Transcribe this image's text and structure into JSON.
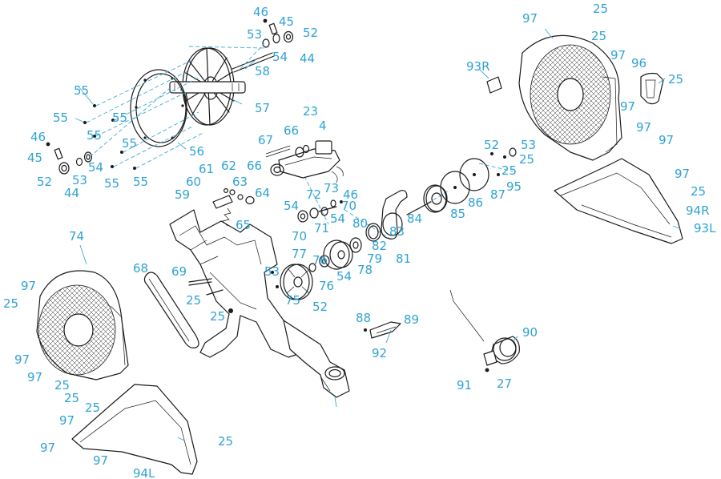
{
  "parts": [
    {
      "id": "p46a",
      "number": "46"
    },
    {
      "id": "p45a",
      "number": "45"
    },
    {
      "id": "p53a",
      "number": "53"
    },
    {
      "id": "p52a",
      "number": "52"
    },
    {
      "id": "p54a",
      "number": "54"
    },
    {
      "id": "p44a",
      "number": "44"
    },
    {
      "id": "p58",
      "number": "58"
    },
    {
      "id": "p57",
      "number": "57"
    },
    {
      "id": "p56",
      "number": "56"
    },
    {
      "id": "p55a",
      "number": "55"
    },
    {
      "id": "p55b",
      "number": "55"
    },
    {
      "id": "p55c",
      "number": "55"
    },
    {
      "id": "p55d",
      "number": "55"
    },
    {
      "id": "p55e",
      "number": "55"
    },
    {
      "id": "p55f",
      "number": "55"
    },
    {
      "id": "p55g",
      "number": "55"
    },
    {
      "id": "p46b",
      "number": "46"
    },
    {
      "id": "p45b",
      "number": "45"
    },
    {
      "id": "p52b",
      "number": "52"
    },
    {
      "id": "p53b",
      "number": "53"
    },
    {
      "id": "p54b",
      "number": "54"
    },
    {
      "id": "p44b",
      "number": "44"
    },
    {
      "id": "p23",
      "number": "23"
    },
    {
      "id": "p66a",
      "number": "66"
    },
    {
      "id": "p4",
      "number": "4"
    },
    {
      "id": "p67",
      "number": "67"
    },
    {
      "id": "p66b",
      "number": "66"
    },
    {
      "id": "p61",
      "number": "61"
    },
    {
      "id": "p62",
      "number": "62"
    },
    {
      "id": "p60",
      "number": "60"
    },
    {
      "id": "p63",
      "number": "63"
    },
    {
      "id": "p59",
      "number": "59"
    },
    {
      "id": "p64",
      "number": "64"
    },
    {
      "id": "p65",
      "number": "65"
    },
    {
      "id": "p72",
      "number": "72"
    },
    {
      "id": "p73",
      "number": "73"
    },
    {
      "id": "p46c",
      "number": "46"
    },
    {
      "id": "p54c",
      "number": "54"
    },
    {
      "id": "p70a",
      "number": "70"
    },
    {
      "id": "p54d",
      "number": "54"
    },
    {
      "id": "p71",
      "number": "71"
    },
    {
      "id": "p70b",
      "number": "70"
    },
    {
      "id": "p80",
      "number": "80"
    },
    {
      "id": "p82",
      "number": "82"
    },
    {
      "id": "p83",
      "number": "83"
    },
    {
      "id": "p84",
      "number": "84"
    },
    {
      "id": "p85",
      "number": "85"
    },
    {
      "id": "p86",
      "number": "86"
    },
    {
      "id": "p87",
      "number": "87"
    },
    {
      "id": "p79",
      "number": "79"
    },
    {
      "id": "p81",
      "number": "81"
    },
    {
      "id": "p78",
      "number": "78"
    },
    {
      "id": "p77",
      "number": "77"
    },
    {
      "id": "p76a",
      "number": "76"
    },
    {
      "id": "p76b",
      "number": "76"
    },
    {
      "id": "p54e",
      "number": "54"
    },
    {
      "id": "p53c",
      "number": "53"
    },
    {
      "id": "p75",
      "number": "75"
    },
    {
      "id": "p52c",
      "number": "52"
    },
    {
      "id": "p25a",
      "number": "25"
    },
    {
      "id": "p52d",
      "number": "52"
    },
    {
      "id": "p53d",
      "number": "53"
    },
    {
      "id": "p25b",
      "number": "25"
    },
    {
      "id": "p25c",
      "number": "25"
    },
    {
      "id": "p95",
      "number": "95"
    },
    {
      "id": "p93r",
      "number": "93R"
    },
    {
      "id": "p97a",
      "number": "97"
    },
    {
      "id": "p25d",
      "number": "25"
    },
    {
      "id": "p25e",
      "number": "25"
    },
    {
      "id": "p97b",
      "number": "97"
    },
    {
      "id": "p96",
      "number": "96"
    },
    {
      "id": "p25f",
      "number": "25"
    },
    {
      "id": "p97c",
      "number": "97"
    },
    {
      "id": "p97d",
      "number": "97"
    },
    {
      "id": "p97e",
      "number": "97"
    },
    {
      "id": "p97f",
      "number": "97"
    },
    {
      "id": "p25g",
      "number": "25"
    },
    {
      "id": "p94r",
      "number": "94R"
    },
    {
      "id": "p93l",
      "number": "93L"
    },
    {
      "id": "p74",
      "number": "74"
    },
    {
      "id": "p68",
      "number": "68"
    },
    {
      "id": "p69",
      "number": "69"
    },
    {
      "id": "p25h",
      "number": "25"
    },
    {
      "id": "p97g",
      "number": "97"
    },
    {
      "id": "p25i",
      "number": "25"
    },
    {
      "id": "p97h",
      "number": "97"
    },
    {
      "id": "p97i",
      "number": "97"
    },
    {
      "id": "p25j",
      "number": "25"
    },
    {
      "id": "p25k",
      "number": "25"
    },
    {
      "id": "p25l",
      "number": "25"
    },
    {
      "id": "p97j",
      "number": "97"
    },
    {
      "id": "p97k",
      "number": "97"
    },
    {
      "id": "p97l",
      "number": "97"
    },
    {
      "id": "p94l",
      "number": "94L"
    },
    {
      "id": "p25m",
      "number": "25"
    },
    {
      "id": "p88",
      "number": "88"
    },
    {
      "id": "p89",
      "number": "89"
    },
    {
      "id": "p92",
      "number": "92"
    },
    {
      "id": "p90",
      "number": "90"
    },
    {
      "id": "p91",
      "number": "91"
    },
    {
      "id": "p27",
      "number": "27"
    }
  ],
  "colors": {
    "label": "#2fa3d4",
    "leader": "#3fa9d6",
    "line": "#1a1a1a"
  }
}
